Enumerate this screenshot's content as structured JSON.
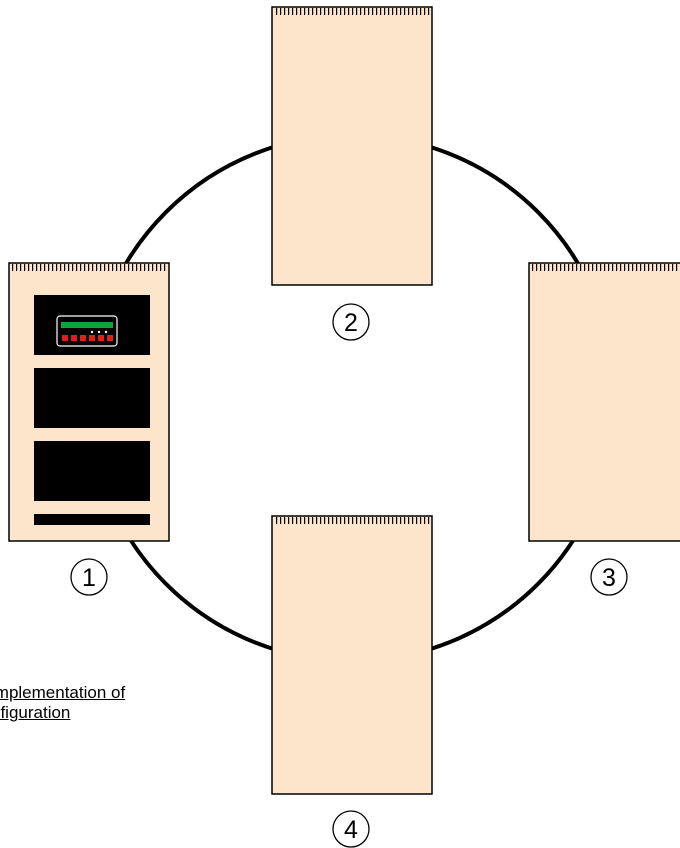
{
  "diagram": {
    "colors": {
      "ring": "#000000",
      "cabinet_fill": "#fde5cc",
      "cabinet_stroke": "#000000",
      "panel": "#000000",
      "display_green": "#12a23c",
      "display_red": "#e0201c"
    },
    "cabinets": [
      {
        "id": "1",
        "label": "1",
        "equipped": true
      },
      {
        "id": "2",
        "label": "2",
        "equipped": false
      },
      {
        "id": "3",
        "label": "3",
        "equipped": false
      },
      {
        "id": "4",
        "label": "4",
        "equipped": false
      }
    ],
    "caption": {
      "line1": "implementation of",
      "line2": "nfiguration"
    }
  }
}
